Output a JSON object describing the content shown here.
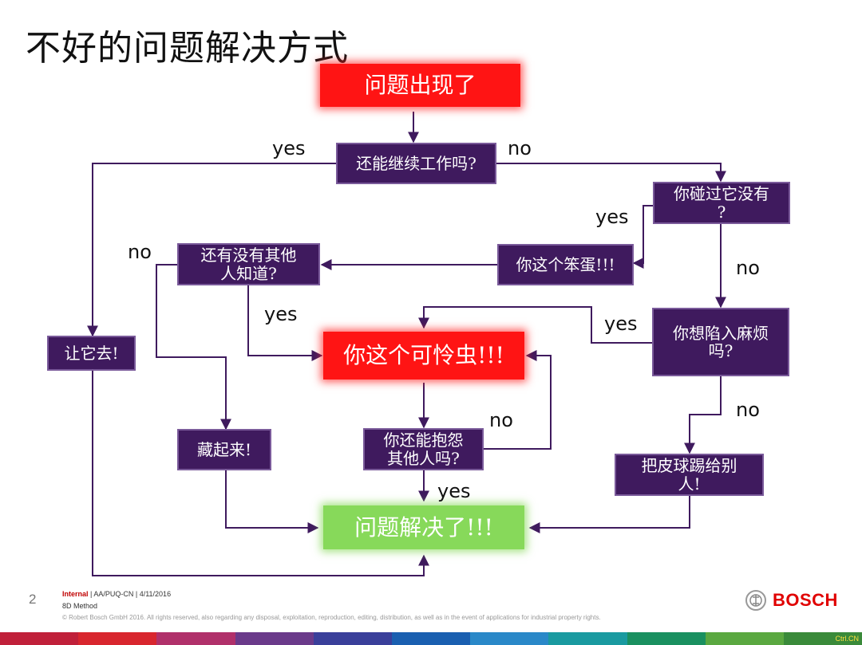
{
  "title": "不好的问题解决方式",
  "nodes": {
    "problem": "问题出现了",
    "still_works": "还能继续工作吗?",
    "touched": "你碰过它没有\n?",
    "idiot": "你这个笨蛋!!!",
    "others_know": "还有没有其他\n人知道?",
    "let_it_go": "让它去!",
    "in_trouble": "你想陷入麻烦\n吗?",
    "poor_thing": "你这个可怜虫!!!",
    "blame_others": "你还能抱怨\n其他人吗?",
    "hide": "藏起来!",
    "pass_ball": "把皮球踢给别\n人!",
    "solved": "问题解决了!!!"
  },
  "labels": {
    "yes_still": "yes",
    "no_still": "no",
    "yes_touched": "yes",
    "no_touched": "no",
    "no_others": "no",
    "yes_others": "yes",
    "yes_trouble": "yes",
    "no_trouble": "no",
    "no_blame": "no",
    "yes_blame": "yes"
  },
  "footer": {
    "page_number": "2",
    "classification": "Internal",
    "line1_rest": " | AA/PUQ-CN | 4/11/2016",
    "line2": "8D Method",
    "copyright": "© Robert Bosch GmbH 2016. All rights reserved, also regarding any disposal, exploitation, reproduction, editing, distribution, as well as in the event of applications for industrial property rights.",
    "brand": "BOSCH",
    "corner_text": "Ctrl.CN"
  },
  "colors": {
    "purple_box": "#3f1a5e",
    "red_box": "#ff1414",
    "green_box": "#87d95a",
    "line": "#3f1a5e",
    "brand_red": "#e00000"
  }
}
